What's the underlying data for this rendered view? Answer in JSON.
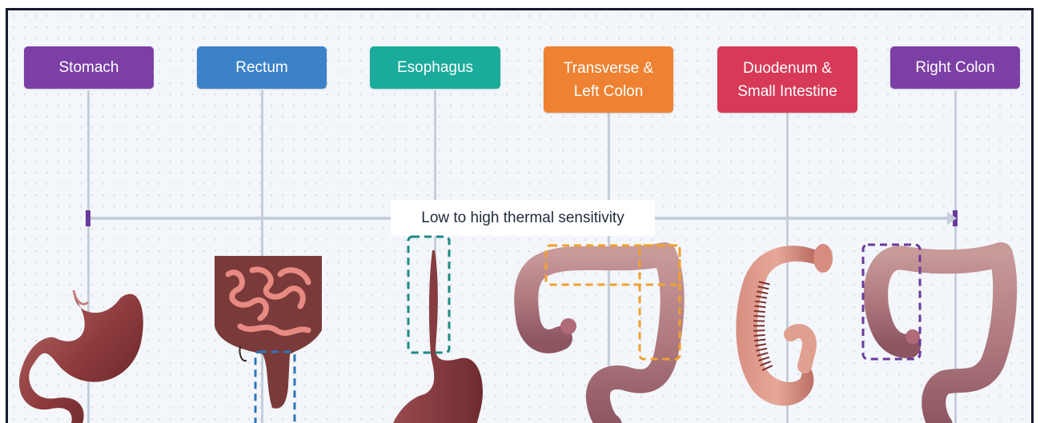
{
  "labels": [
    {
      "text": "Stomach",
      "color": "#7b3fa5"
    },
    {
      "text": "Rectum",
      "color": "#3b82c8"
    },
    {
      "text": "Esophagus",
      "color": "#1aab9b"
    },
    {
      "text": "Transverse &\nLeft Colon",
      "color": "#ee8232"
    },
    {
      "text": "Duodenum &\nSmall Intestine",
      "color": "#d63a57"
    },
    {
      "text": "Right Colon",
      "color": "#7b3fa5"
    }
  ],
  "axis_label": "Low to high thermal sensitivity",
  "highlight_colors": {
    "rectum": "#2f76b8",
    "esophagus": "#1e8a86",
    "colon": "#f0a030",
    "right_colon": "#6a3a9c"
  }
}
